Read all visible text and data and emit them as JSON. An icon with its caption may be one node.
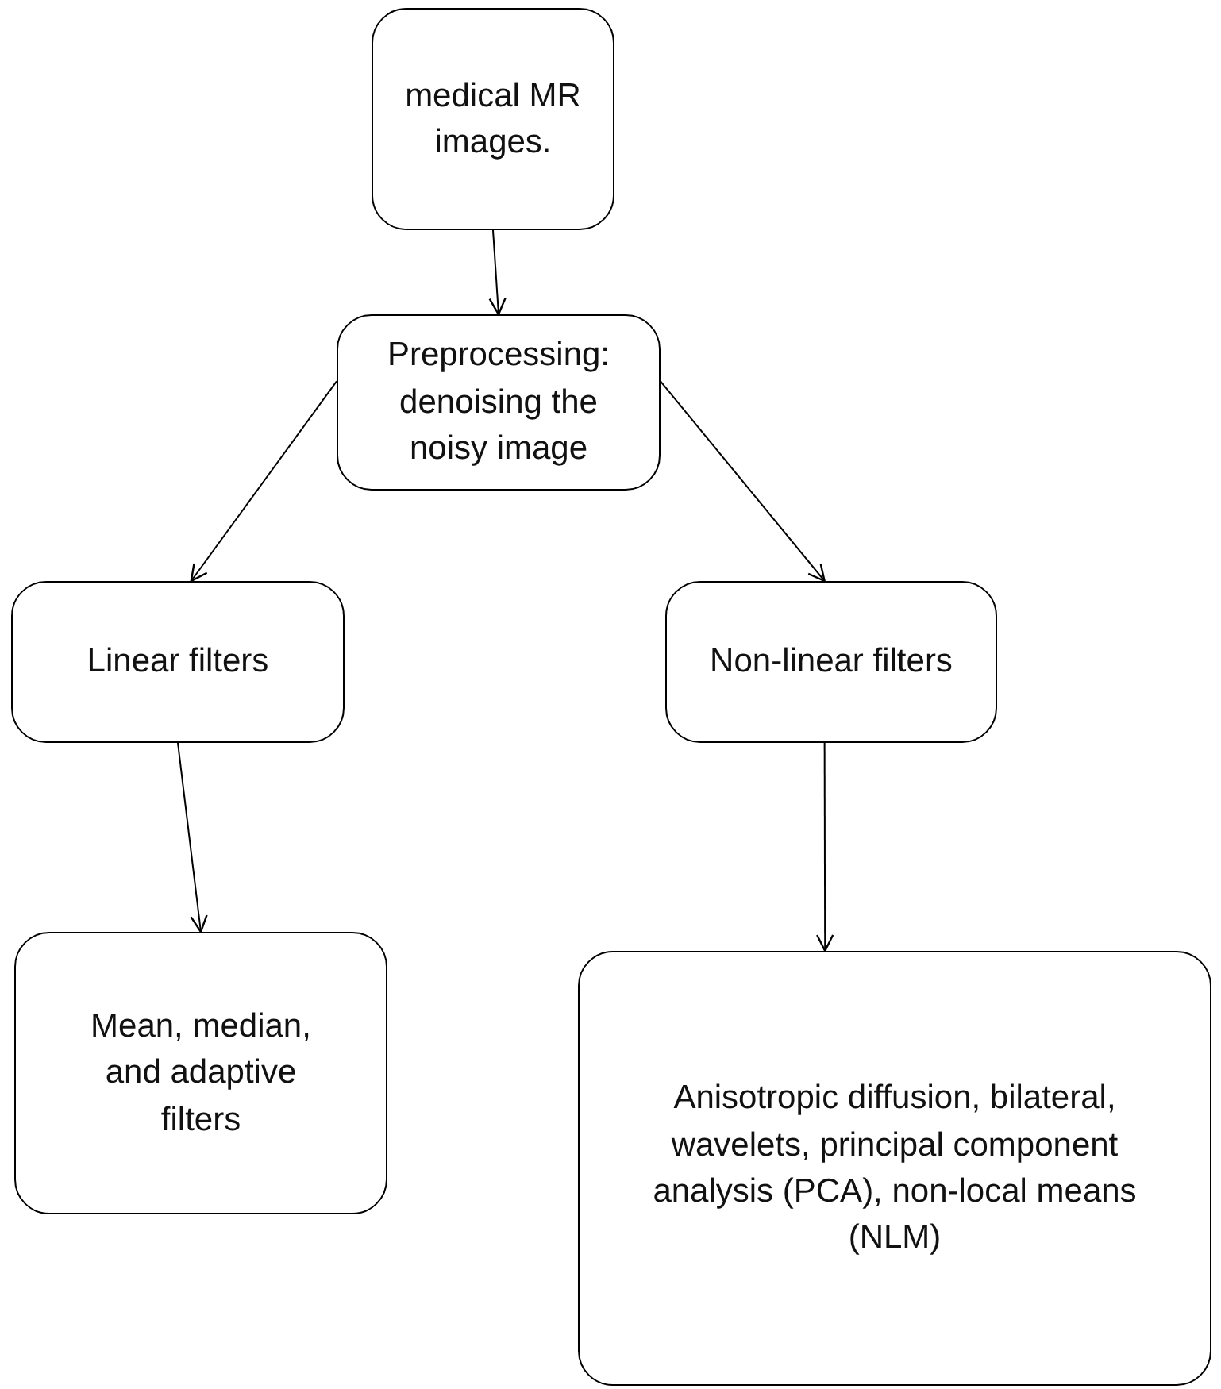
{
  "diagram": {
    "nodes": [
      {
        "text": [
          "medical MR images."
        ]
      },
      {
        "text": [
          "Preprocessing: denoising the noisy image"
        ]
      },
      {
        "text": [
          "Linear filters"
        ]
      },
      {
        "text": [
          "Non-linear filters"
        ]
      },
      {
        "text": [
          "Mean, median, and adaptive filters"
        ]
      },
      {
        "text": [
          "Anisotropic diffusion, bilateral, wavelets, principal component analysis (PCA), non-local means (NLM)"
        ]
      }
    ],
    "edges": [
      {
        "from": 0,
        "to": 1,
        "arrow": "to"
      },
      {
        "from": 1,
        "to": 2,
        "arrow": "to"
      },
      {
        "from": 1,
        "to": 3,
        "arrow": "to"
      },
      {
        "from": 2,
        "to": 4,
        "arrow": "to"
      },
      {
        "from": 3,
        "to": 5,
        "arrow": "to"
      }
    ]
  }
}
